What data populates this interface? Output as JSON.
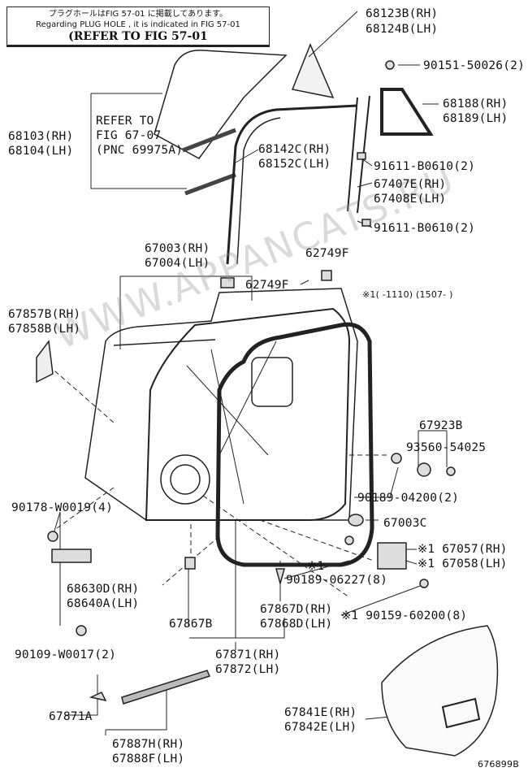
{
  "notice": {
    "line_jp": "プラグホールはFIG 57-01 に掲載してあります。",
    "line_en": "Regarding PLUG HOLE , it is indicated in FIG 57-01",
    "line_ref": "(REFER TO FIG 57-01"
  },
  "watermark": "WWW.APPANCATS.RU",
  "refer": [
    "REFER TO",
    "FIG 67-07",
    "(PNC 69975A)"
  ],
  "note_range": "※1(   -1110) (1507-     )",
  "labels": {
    "p68123b": "68123B(RH)",
    "p68124b": "68124B(LH)",
    "p90151": "90151-50026(2)",
    "p68188": "68188(RH)",
    "p68189": "68189(LH)",
    "p68103": "68103(RH)",
    "p68104": "68104(LH)",
    "p68142c": "68142C(RH)",
    "p68152c": "68152C(LH)",
    "p91611a": "91611-B0610(2)",
    "p67407e": "67407E(RH)",
    "p67408e": "67408E(LH)",
    "p91611b": "91611-B0610(2)",
    "p67003": "67003(RH)",
    "p67004": "67004(LH)",
    "p62749f_a": "62749F",
    "p62749f_b": "62749F",
    "p67857b": "67857B(RH)",
    "p67858b": "67858B(LH)",
    "p67923b": "67923B",
    "p93560": "93560-54025",
    "p90178": "90178-W0019(4)",
    "p90189a": "90189-04200(2)",
    "p67003c": "67003C",
    "p67057": "※1 67057(RH)",
    "p67058": "※1 67058(LH)",
    "mark1": "※1",
    "p90189b": "90189-06227(8)",
    "p68630d": "68630D(RH)",
    "p68640a": "68640A(LH)",
    "p67867d": "67867D(RH)",
    "p67868d": "67868D(LH)",
    "p90159": "※1 90159-60200(8)",
    "p67867b": "67867B",
    "p90109": "90109-W0017(2)",
    "p67871": "67871(RH)",
    "p67872": "67872(LH)",
    "p67871a": "67871A",
    "p67841e": "67841E(RH)",
    "p67842e": "67842E(LH)",
    "p67887h": "67887H(RH)",
    "p67888f": "67888F(LH)"
  },
  "figure_id": "676899B"
}
